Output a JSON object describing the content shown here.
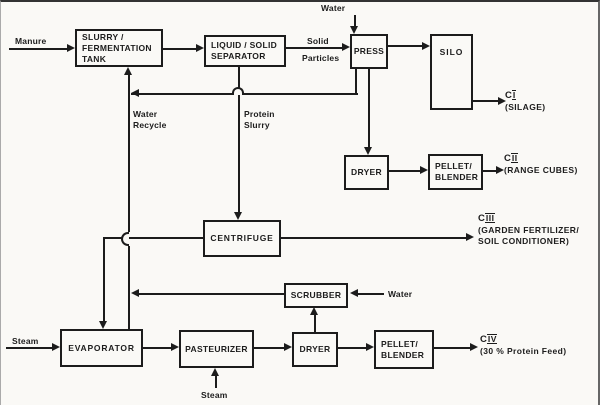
{
  "diagram": {
    "nodes": {
      "slurry_tank": {
        "label": "SLURRY /\nFERMENTATION\nTANK"
      },
      "separator": {
        "label": "LIQUID / SOLID\nSEPARATOR"
      },
      "press": {
        "label": "PRESS"
      },
      "silo": {
        "label": "SILO"
      },
      "dryer_top": {
        "label": "DRYER"
      },
      "pellet_blender_top": {
        "label": "PELLET/\nBLENDER"
      },
      "centrifuge": {
        "label": "CENTRIFUGE"
      },
      "scrubber": {
        "label": "SCRUBBER"
      },
      "evaporator": {
        "label": "EVAPORATOR"
      },
      "pasteurizer": {
        "label": "PASTEURIZER"
      },
      "dryer_bottom": {
        "label": "DRYER"
      },
      "pellet_blender_bottom": {
        "label": "PELLET/\nBLENDER"
      }
    },
    "flow_labels": {
      "manure": "Manure",
      "water_top": "Water",
      "solid": "Solid",
      "particles": "Particles",
      "water_recycle": "Water\nRecycle",
      "protein_slurry": "Protein\nSlurry",
      "water_scrubber": "Water",
      "steam_left": "Steam",
      "steam_bottom": "Steam"
    },
    "products": {
      "c1": {
        "prefix": "C",
        "numeral": "I",
        "desc": "(SILAGE)"
      },
      "c2": {
        "prefix": "C",
        "numeral": "II",
        "desc": "(RANGE CUBES)"
      },
      "c3": {
        "prefix": "C",
        "numeral": "III",
        "desc": "(GARDEN FERTILIZER/\nSOIL CONDITIONER)"
      },
      "c4": {
        "prefix": "C",
        "numeral": "IV",
        "desc": "(30 % Protein Feed)"
      }
    },
    "colors": {
      "line": "#1c1c1c",
      "background": "#faf9f6"
    }
  }
}
